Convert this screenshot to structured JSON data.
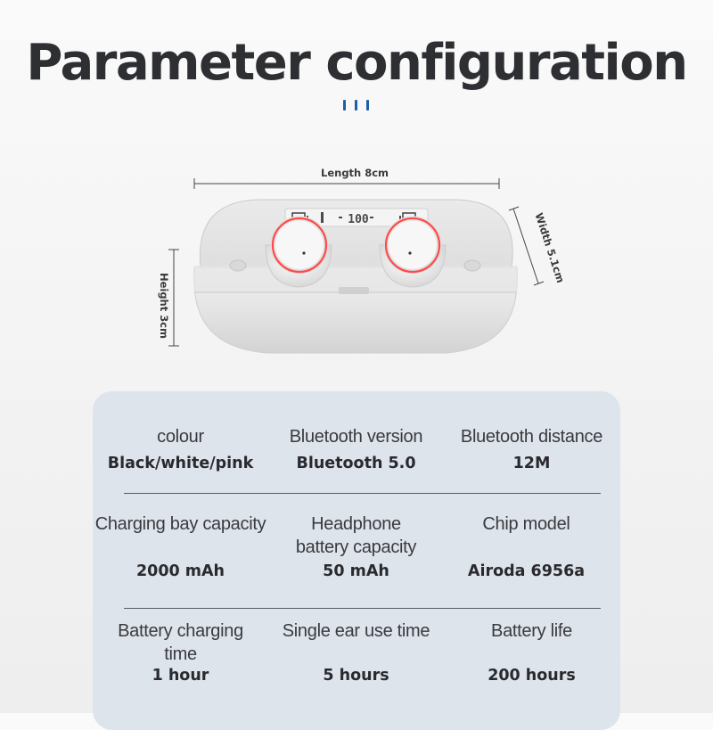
{
  "header": {
    "title": "Parameter configuration",
    "accent_color": "#1f5fa8"
  },
  "product": {
    "name_icon": "earbuds-charging-case",
    "length_label": "Length 8cm",
    "width_label": "Width 5.1cm",
    "height_label": "Height 3cm",
    "display_reading": "100"
  },
  "specs": {
    "rows": [
      [
        {
          "label": "colour",
          "value": "Black/white/pink"
        },
        {
          "label": "Bluetooth version",
          "value": "Bluetooth 5.0"
        },
        {
          "label": "Bluetooth distance",
          "value": "12M"
        }
      ],
      [
        {
          "label": "Charging bay capacity",
          "value": "2000 mAh"
        },
        {
          "label": "Headphone battery capacity",
          "value": "50 mAh"
        },
        {
          "label": "Chip model",
          "value": "Airoda 6956a"
        }
      ],
      [
        {
          "label": "Battery charging time",
          "value": "1 hour"
        },
        {
          "label": "Single ear use time",
          "value": "5 hours"
        },
        {
          "label": "Battery life",
          "value": "200 hours"
        }
      ]
    ],
    "panel_color": "#dde4ec"
  }
}
